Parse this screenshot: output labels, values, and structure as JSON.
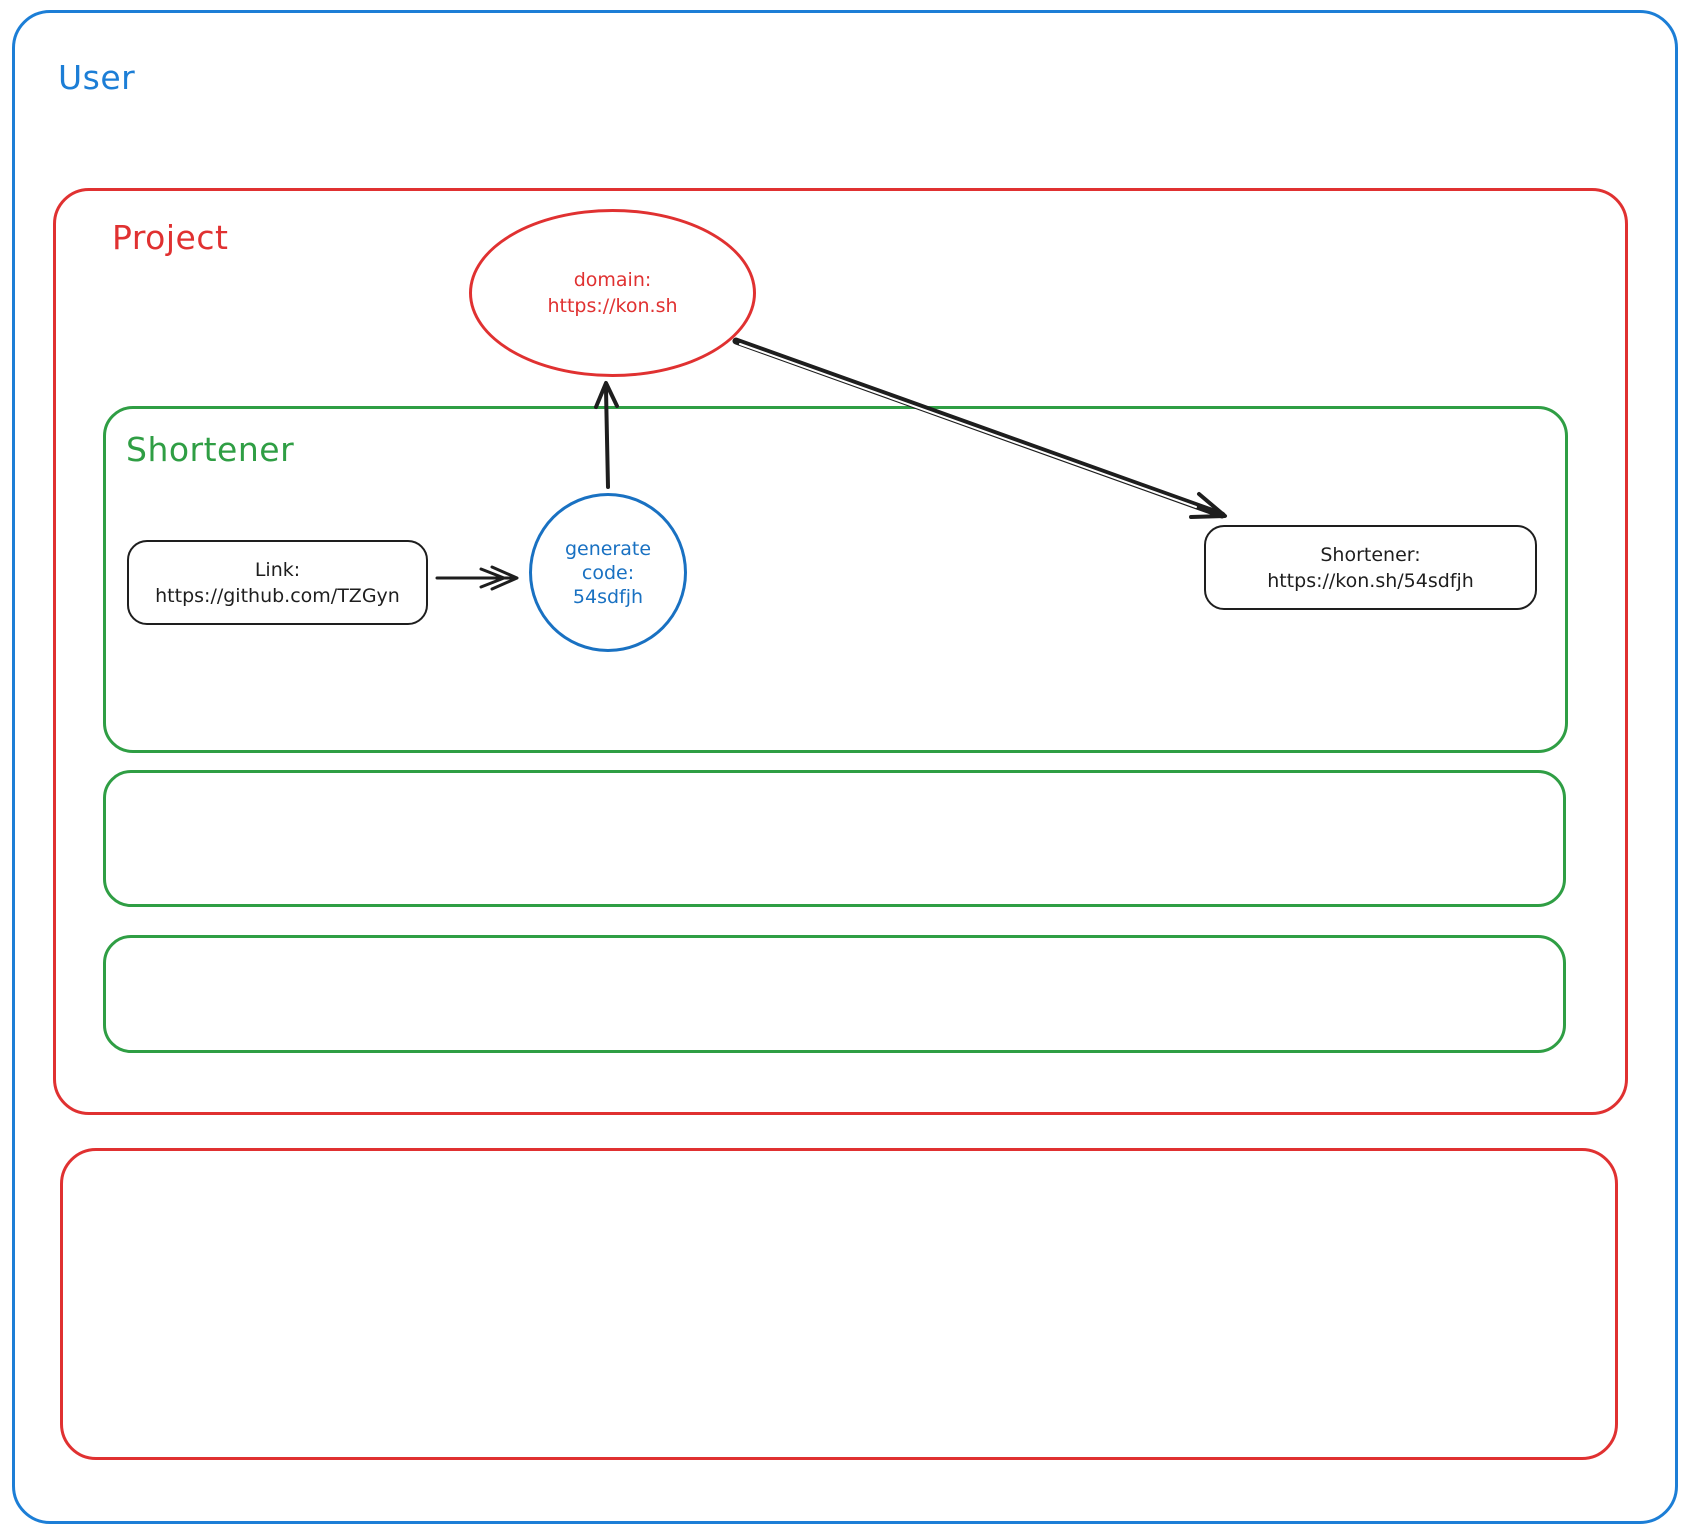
{
  "containers": {
    "user": {
      "label": "User"
    },
    "project": {
      "label": "Project"
    },
    "shortener": {
      "label": "Shortener"
    }
  },
  "nodes": {
    "domain": {
      "line1": "domain:",
      "line2": "https://kon.sh"
    },
    "link": {
      "line1": "Link:",
      "line2": "https://github.com/TZGyn"
    },
    "generate": {
      "line1": "generate",
      "line2": "code:",
      "line3": "54sdfjh"
    },
    "result": {
      "line1": "Shortener:",
      "line2": "https://kon.sh/54sdfjh"
    }
  },
  "colors": {
    "blue": "#1c7ed6",
    "circle_blue": "#1971c2",
    "red": "#e03131",
    "green": "#2f9e44",
    "black": "#1e1e1e"
  }
}
